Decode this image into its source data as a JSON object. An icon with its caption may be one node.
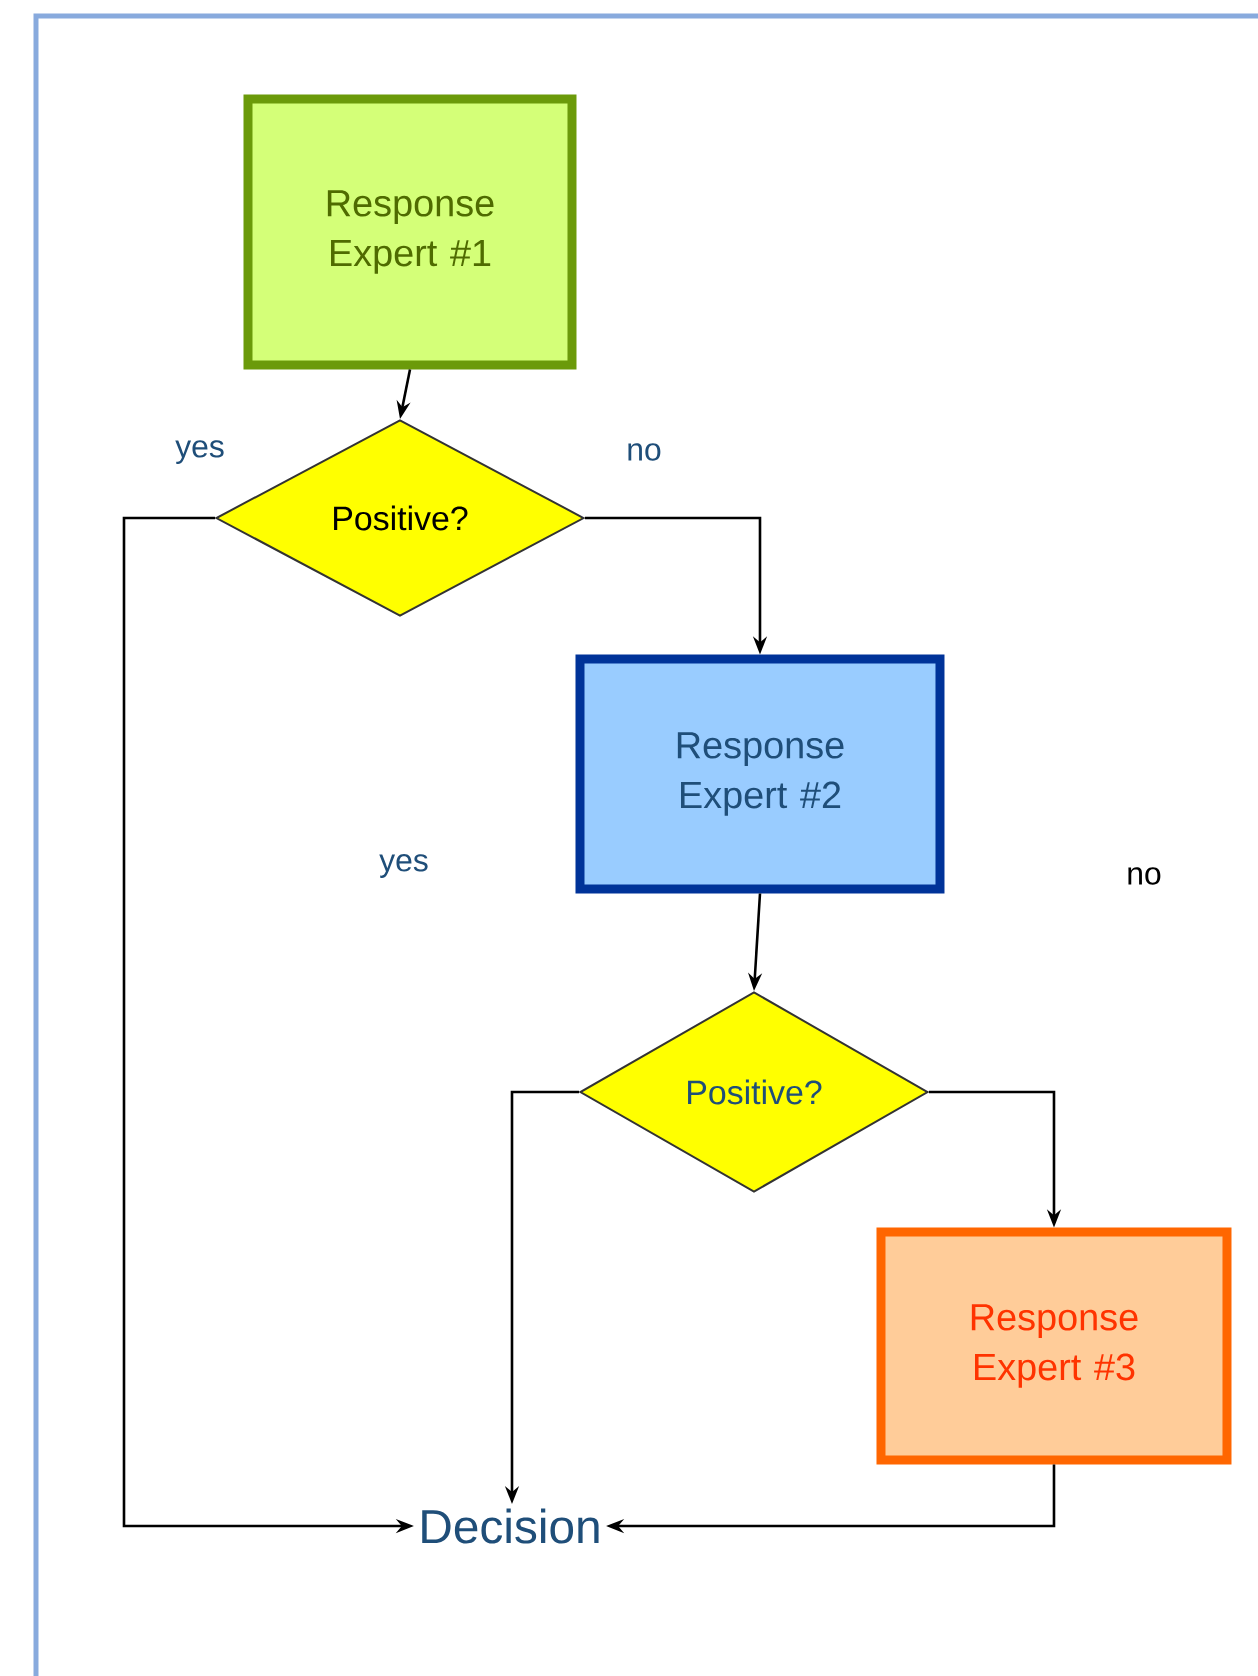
{
  "diagram": {
    "nodes": [
      {
        "text": [
          "Response Expert #1"
        ]
      },
      {
        "text": [
          "Positive?"
        ]
      },
      {
        "text": [
          "Response Expert #2"
        ]
      },
      {
        "text": [
          "Positive?"
        ]
      },
      {
        "text": [
          "Response Expert #3"
        ]
      },
      {
        "text": [
          "Decision"
        ]
      }
    ],
    "edges": [
      {
        "from": 0,
        "to": 1,
        "arrow": "to"
      },
      {
        "from": 1,
        "to": 5,
        "arrow": "to",
        "label": "yes"
      },
      {
        "from": 1,
        "to": 2,
        "arrow": "to",
        "label": "no"
      },
      {
        "from": 2,
        "to": 3,
        "arrow": "to"
      },
      {
        "from": 3,
        "to": 5,
        "arrow": "to"
      },
      {
        "from": 3,
        "to": 4,
        "arrow": "to"
      },
      {
        "from": 4,
        "to": 5,
        "arrow": "to"
      }
    ],
    "labels": [
      "yes",
      "no"
    ]
  }
}
